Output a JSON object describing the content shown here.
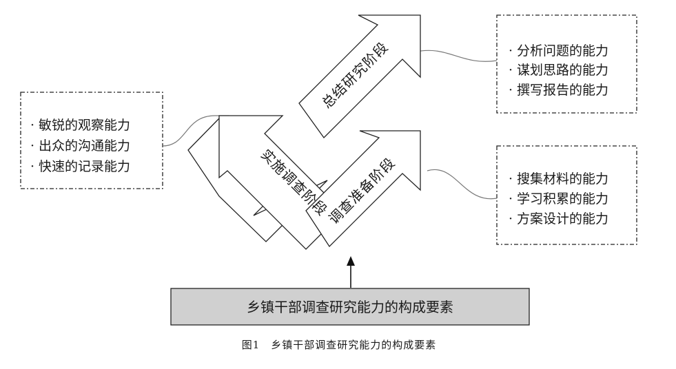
{
  "stages": [
    {
      "id": "prepare",
      "label": "调查准备阶段"
    },
    {
      "id": "implement",
      "label": "实施调查阶段"
    },
    {
      "id": "summarize",
      "label": "总结研究阶段"
    }
  ],
  "ability_boxes": {
    "left": [
      "敏锐的观察能力",
      "出众的沟通能力",
      "快速的记录能力"
    ],
    "top_right": [
      "分析问题的能力",
      "谋划思路的能力",
      "撰写报告的能力"
    ],
    "bottom_right": [
      "搜集材料的能力",
      "学习积累的能力",
      "方案设计的能力"
    ]
  },
  "bullet": "·",
  "base_box": {
    "label": "乡镇干部调查研究能力的构成要素",
    "fill": "#d0d0d0"
  },
  "caption": "图1　乡镇干部调查研究能力的构成要素"
}
